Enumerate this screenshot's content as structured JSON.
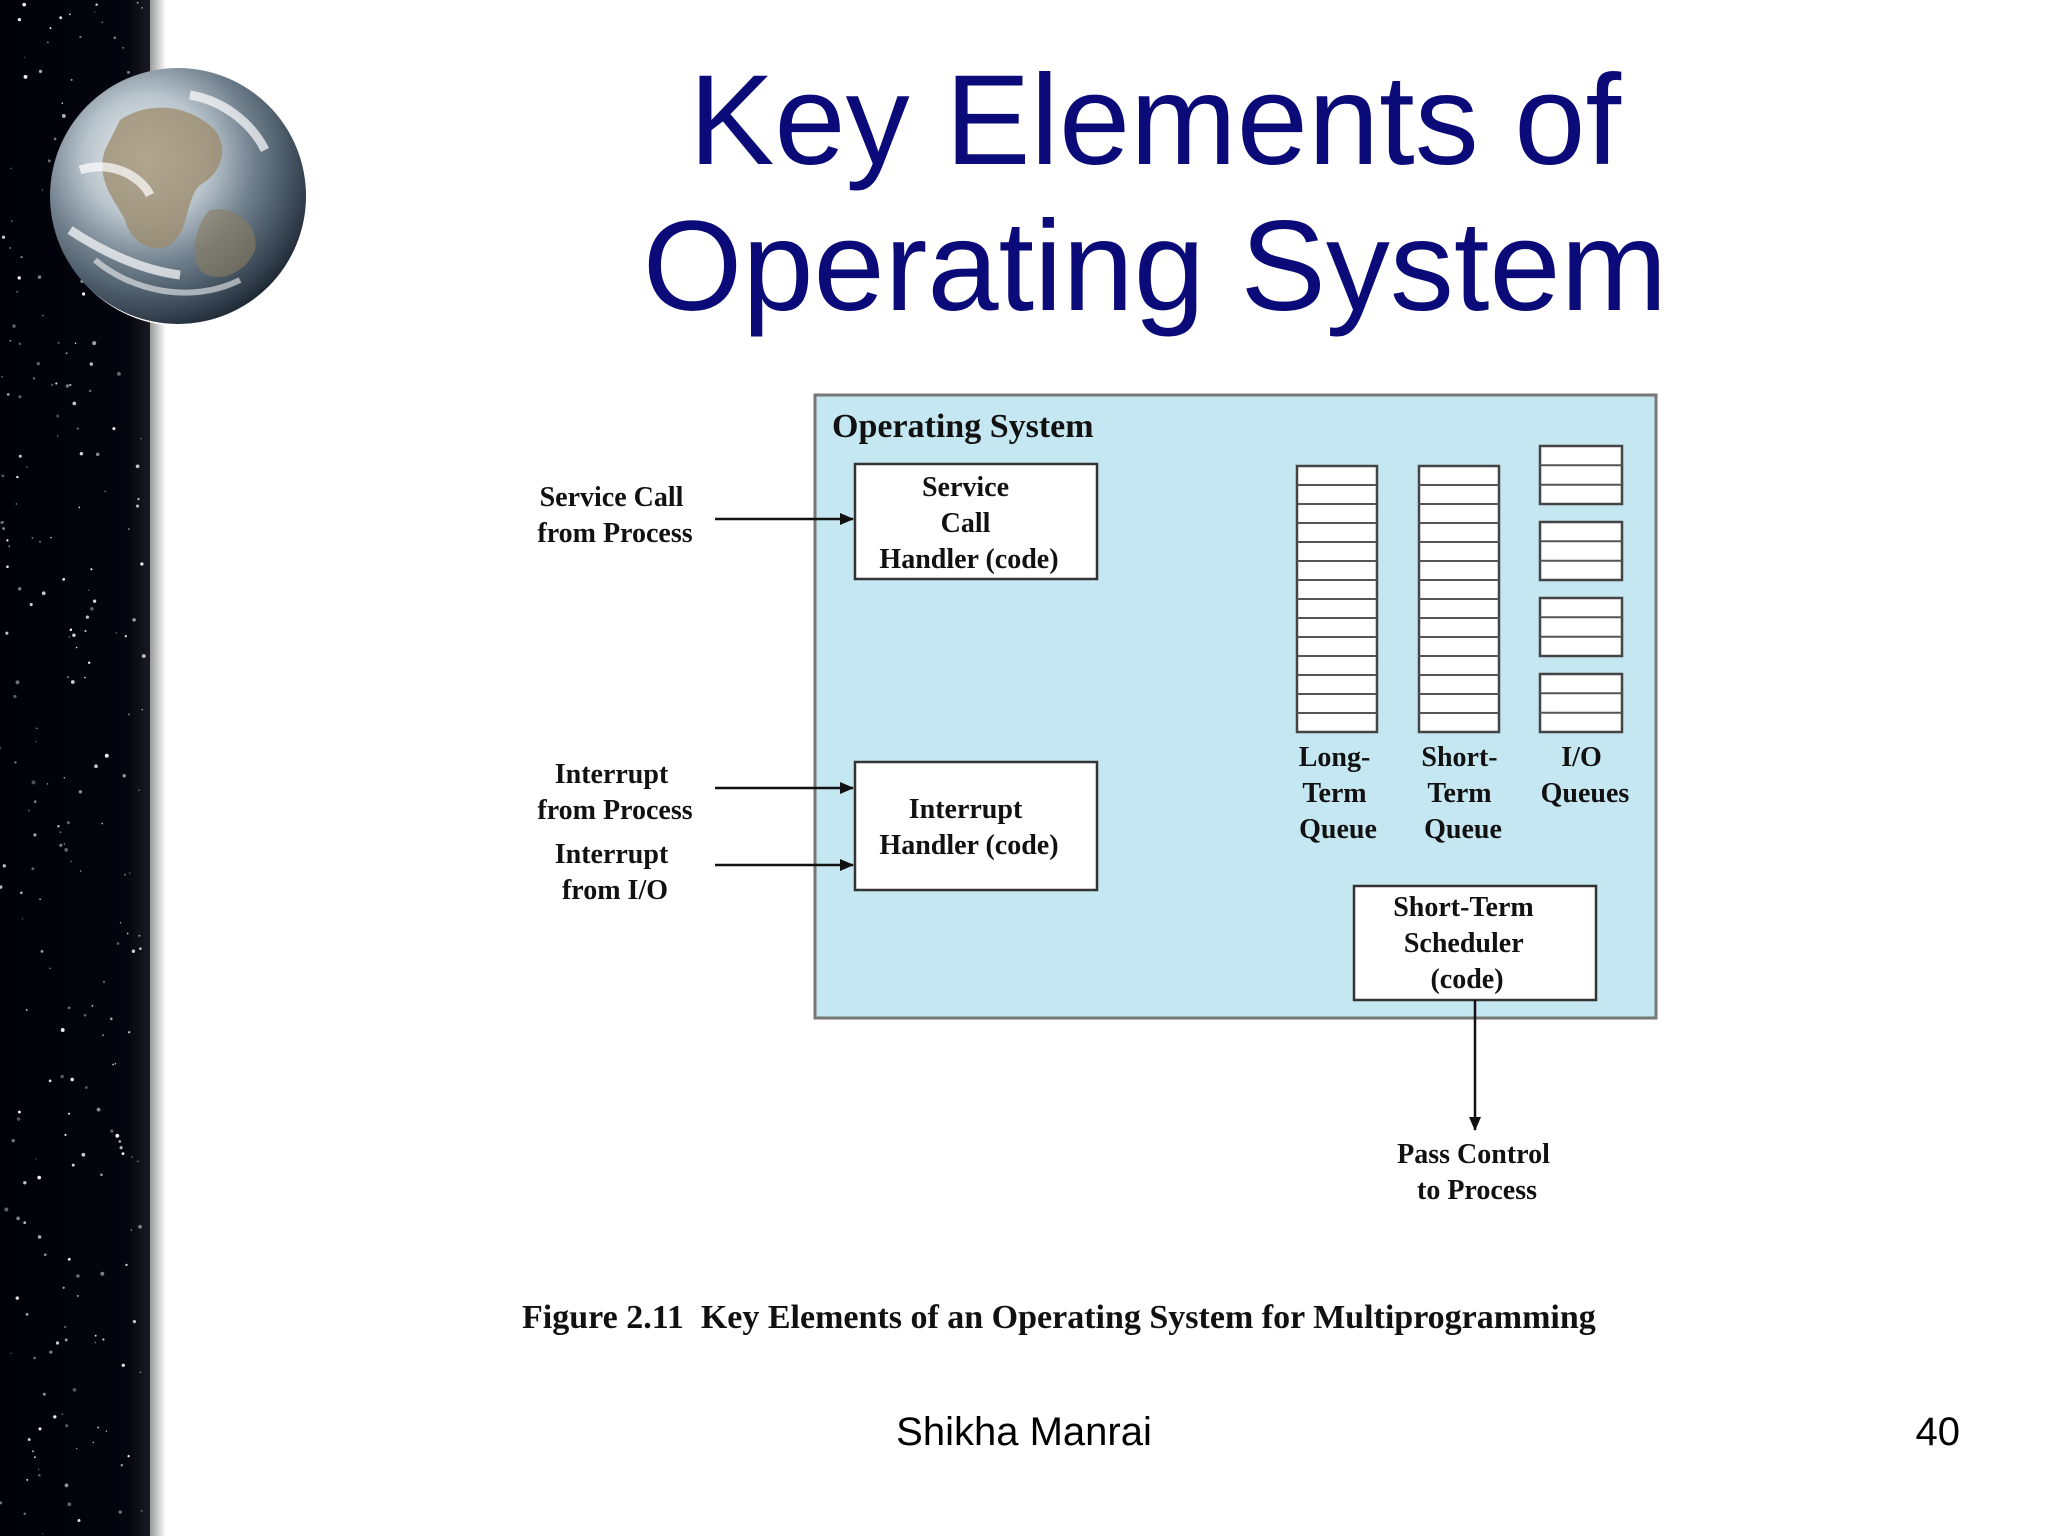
{
  "slide": {
    "title_line1": "Key Elements of",
    "title_line2": "Operating System",
    "author": "Shikha Manrai",
    "page_number": "40"
  },
  "diagram": {
    "os_box_label": "Operating System",
    "inputs": {
      "service_call": [
        "Service Call",
        "from Process"
      ],
      "interrupt_process": [
        "Interrupt",
        "from Process"
      ],
      "interrupt_io": [
        "Interrupt",
        "from I/O"
      ]
    },
    "handlers": {
      "service_call_handler": [
        "Service",
        "Call",
        "Handler (code)"
      ],
      "interrupt_handler": [
        "Interrupt",
        "Handler (code)"
      ],
      "short_term_scheduler": [
        "Short-Term",
        "Scheduler",
        "(code)"
      ]
    },
    "queues": {
      "long_term": [
        "Long-",
        "Term",
        "Queue"
      ],
      "short_term": [
        "Short-",
        "Term",
        "Queue"
      ],
      "io": [
        "I/O",
        "Queues"
      ]
    },
    "output": [
      "Pass Control",
      "to Process"
    ],
    "caption": "Figure 2.11  Key Elements of an Operating System for Multiprogramming"
  },
  "colors": {
    "title": "#0a0a78",
    "os_box_fill": "#c5e7f2",
    "os_box_stroke": "#777777"
  }
}
